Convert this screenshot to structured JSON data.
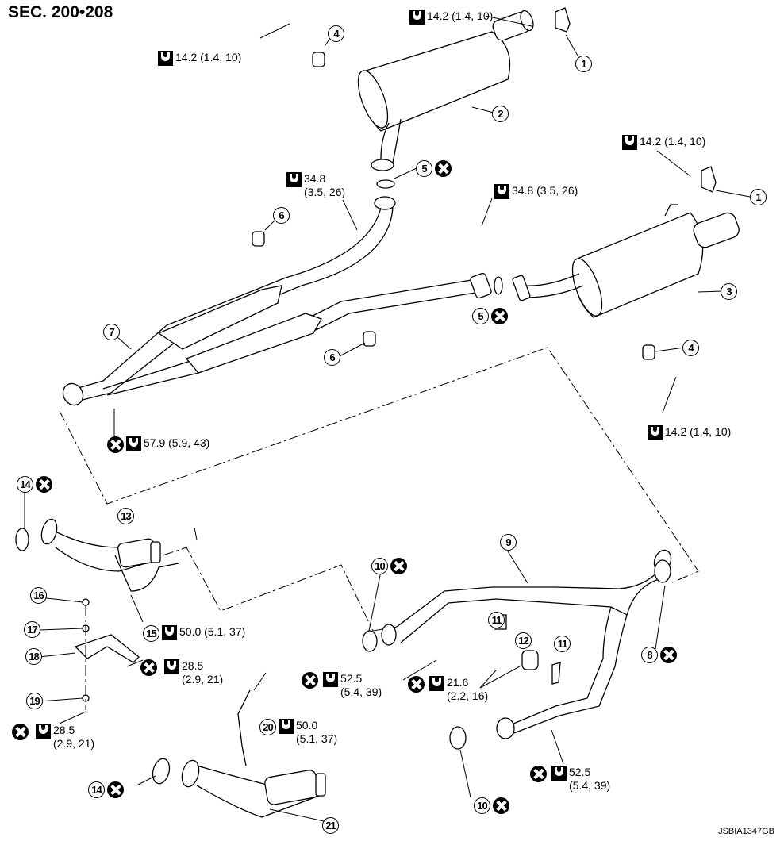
{
  "header": {
    "section_title": "SEC. 200•208",
    "image_id": "JSBIA1347GB"
  },
  "icons": {
    "torque": "tightening-torque-icon",
    "never_reuse": "do-not-reuse-x-icon"
  },
  "callouts": {
    "c1a": "1",
    "c1b": "1",
    "c2": "2",
    "c3": "3",
    "c4a": "4",
    "c4b": "4",
    "c5a": "5",
    "c5b": "5",
    "c6a": "6",
    "c6b": "6",
    "c7": "7",
    "c8": "8",
    "c9": "9",
    "c10a": "10",
    "c10b": "10",
    "c11a": "11",
    "c11b": "11",
    "c12": "12",
    "c13": "13",
    "c14a": "14",
    "c14b": "14",
    "c15": "15",
    "c16": "16",
    "c17": "17",
    "c18": "18",
    "c19": "19",
    "c20": "20",
    "c21": "21"
  },
  "torques": {
    "t_top_center": {
      "value": "14.2 (1.4, 10)"
    },
    "t_top_left": {
      "value": "14.2 (1.4, 10)"
    },
    "t_right_upper": {
      "value": "14.2 (1.4, 10)"
    },
    "t_center_left": {
      "line1": "34.8",
      "line2": "(3.5, 26)"
    },
    "t_center_right": {
      "value": "34.8 (3.5, 26)"
    },
    "t_right_lower": {
      "value": "14.2 (1.4, 10)"
    },
    "t_front_flange": {
      "value": "57.9 (5.9, 43)"
    },
    "t_sensor15": {
      "value": "50.0 (5.1, 37)"
    },
    "t_bracket_nut": {
      "line1": "28.5",
      "line2": "(2.9, 21)"
    },
    "t_bracket_bolt": {
      "line1": "28.5",
      "line2": "(2.9, 21)"
    },
    "t_nut_left": {
      "line1": "52.5",
      "line2": "(5.4, 39)"
    },
    "t_mount12": {
      "line1": "21.6",
      "line2": "(2.2, 16)"
    },
    "t_sensor20": {
      "line1": "50.0",
      "line2": "(5.1, 37)"
    },
    "t_nut_bottom": {
      "line1": "52.5",
      "line2": "(5.4, 39)"
    }
  }
}
